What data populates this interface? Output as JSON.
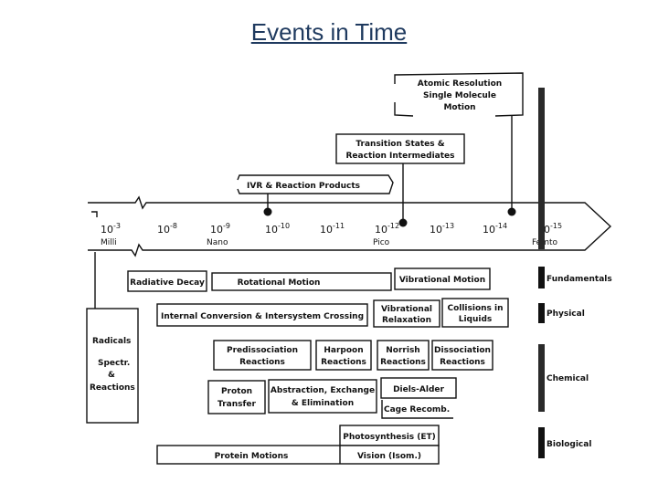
{
  "title": "Events in Time",
  "timescale": {
    "ticks": [
      {
        "exp": "-3",
        "unit": "Milli"
      },
      {
        "exp": "-8",
        "unit": "Nano"
      },
      {
        "exp": "-9",
        "unit": ""
      },
      {
        "exp": "-10",
        "unit": ""
      },
      {
        "exp": "-11",
        "unit": ""
      },
      {
        "exp": "-12",
        "unit": "Pico"
      },
      {
        "exp": "-13",
        "unit": ""
      },
      {
        "exp": "-14",
        "unit": ""
      },
      {
        "exp": "-15",
        "unit": "Femto"
      }
    ]
  },
  "callouts": {
    "atomic": [
      "Atomic Resolution",
      "Single Molecule",
      "Motion"
    ],
    "transition": [
      "Transition States &",
      "Reaction Intermediates"
    ],
    "ivr": "IVR & Reaction Products"
  },
  "events": {
    "radiative": "Radiative Decay",
    "rotational": "Rotational Motion",
    "vibrational_motion": "Vibrational Motion",
    "internal_conversion": "Internal Conversion & Intersystem Crossing",
    "vibrational_relaxation": [
      "Vibrational",
      "Relaxation"
    ],
    "collisions": [
      "Collisions in",
      "Liquids"
    ],
    "predissociation": [
      "Predissociation",
      "Reactions"
    ],
    "harpoon": [
      "Harpoon",
      "Reactions"
    ],
    "norrish": [
      "Norrish",
      "Reactions"
    ],
    "dissociation": [
      "Dissociation",
      "Reactions"
    ],
    "proton": [
      "Proton",
      "Transfer"
    ],
    "abstraction": [
      "Abstraction, Exchange",
      "& Elimination"
    ],
    "diels": "Diels-Alder",
    "cage": "Cage Recomb.",
    "photosynthesis": "Photosynthesis (ET)",
    "protein": "Protein Motions",
    "vision": "Vision (Isom.)"
  },
  "left_panel": [
    "Radicals",
    "Spectr.",
    "&",
    "Reactions"
  ],
  "categories": [
    "Fundamentals",
    "Physical",
    "Chemical",
    "Biological"
  ]
}
